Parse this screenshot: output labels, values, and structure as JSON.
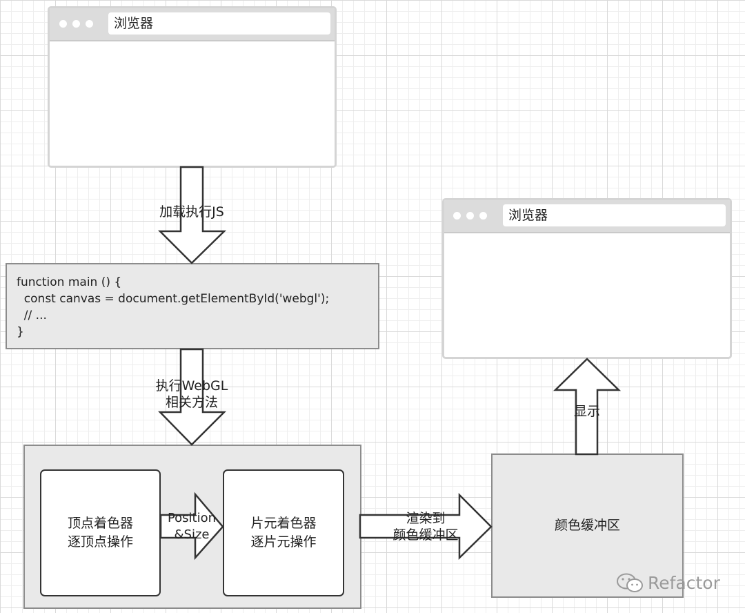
{
  "browser_top": {
    "address": "浏览器"
  },
  "browser_right": {
    "address": "浏览器"
  },
  "code_box": {
    "lines": [
      "function main () {",
      "  const canvas = document.getElementById('webgl');",
      "  // ...",
      "}"
    ]
  },
  "arrows": {
    "load_js": "加载执行JS",
    "exec_webgl_line1": "执行WebGL",
    "exec_webgl_line2": "相关方法",
    "position_size_line1": "Position",
    "position_size_line2": "&Size",
    "render_line1": "渲染到",
    "render_line2": "颜色缓冲区",
    "display": "显示"
  },
  "vertex_shader": {
    "line1": "顶点着色器",
    "line2": "逐顶点操作"
  },
  "fragment_shader": {
    "line1": "片元着色器",
    "line2": "逐片元操作"
  },
  "color_buffer": {
    "label": "颜色缓冲区"
  },
  "watermark": {
    "text": "Refactor"
  }
}
